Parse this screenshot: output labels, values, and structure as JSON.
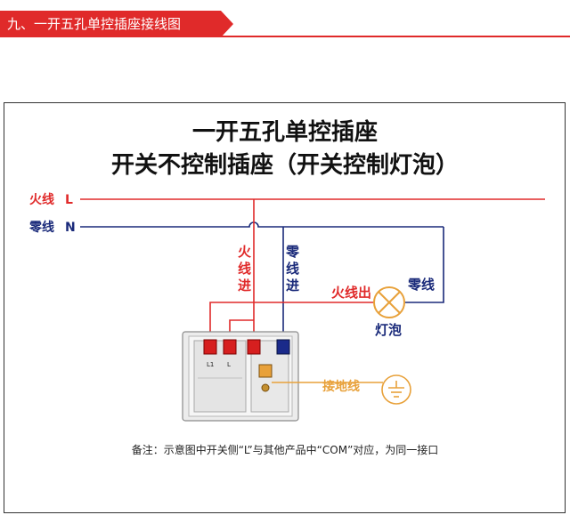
{
  "header": {
    "title": "九、一开五孔单控插座接线图"
  },
  "diagram": {
    "title_line1": "一开五孔单控插座",
    "title_line2": "开关不控制插座（开关控制灯泡）",
    "live_wire": {
      "name": "火线",
      "code": "L"
    },
    "neutral_wire": {
      "name": "零线",
      "code": "N"
    },
    "live_in_label": [
      "火",
      "线",
      "进"
    ],
    "neutral_in_label": [
      "零",
      "线",
      "进"
    ],
    "live_out_label": "火线出",
    "lamp_neutral_label": "零线",
    "bulb_label": "灯泡",
    "ground_label": "接地线",
    "terminal_labels": [
      "L1",
      "L"
    ],
    "note": "备注：示意图中开关侧“L”与其他产品中“COM”对应，为同一接口"
  },
  "colors": {
    "red": "#e02a2a",
    "navy": "#1a2a7a",
    "orange": "#e8a13a"
  }
}
